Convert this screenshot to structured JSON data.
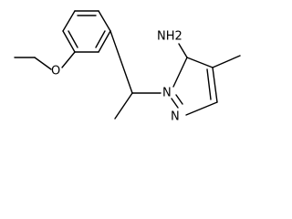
{
  "labels": {
    "amine": "NH2",
    "oxygen": "O",
    "nitrogen_ring": "N",
    "nitrogen_double": "N"
  },
  "colors": {
    "ink": "#000000",
    "background": "#ffffff"
  }
}
